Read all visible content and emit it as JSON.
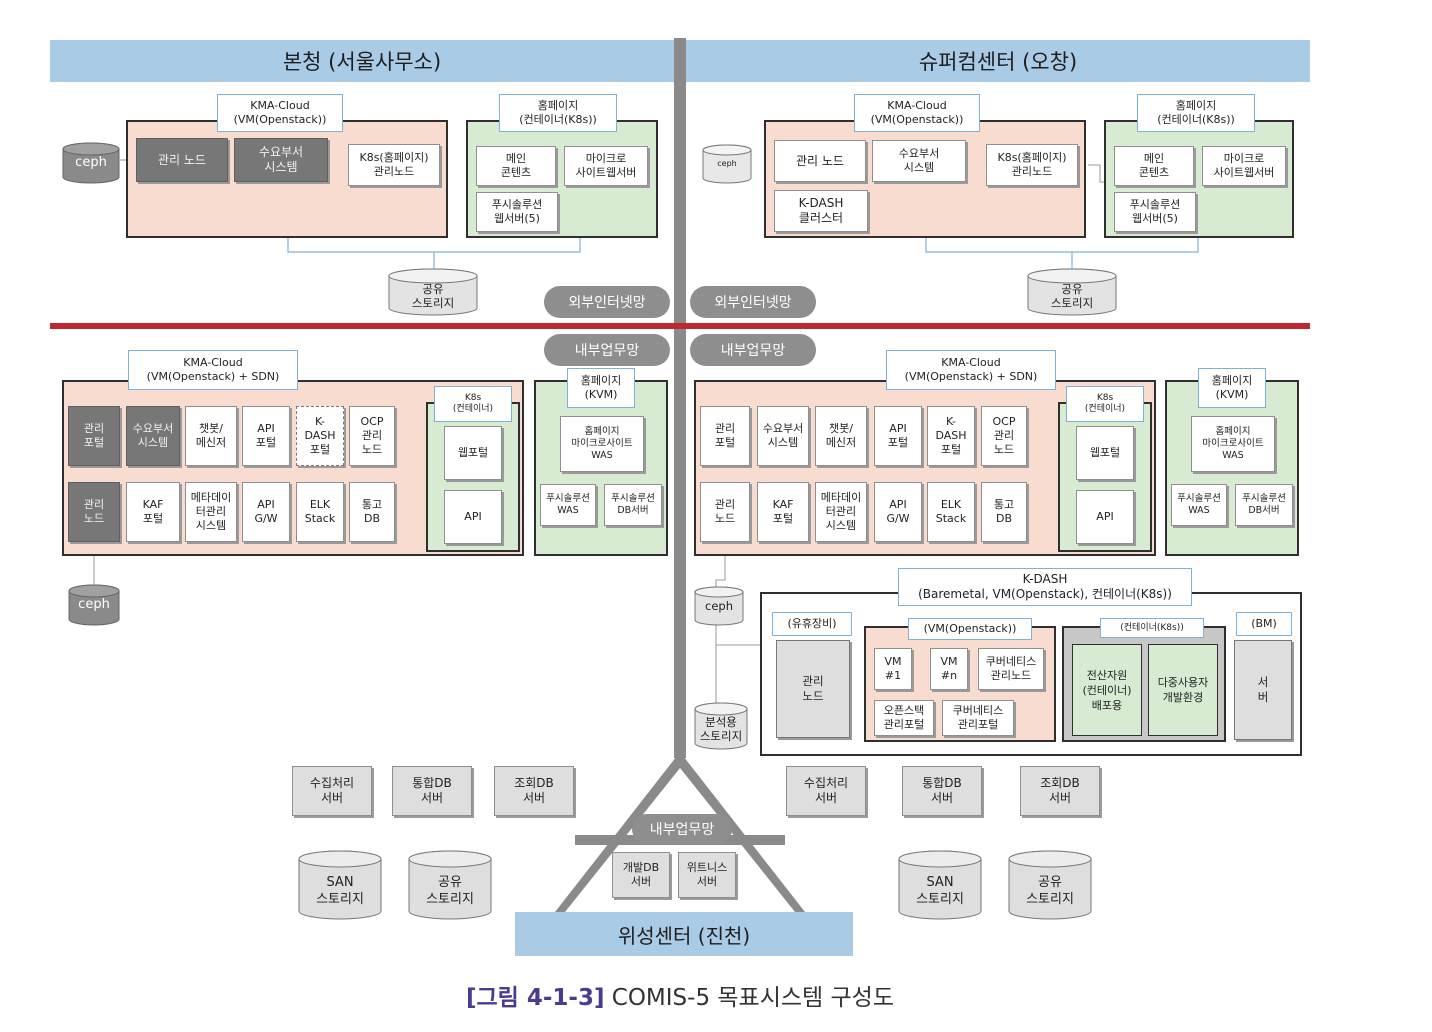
{
  "regions": {
    "hq": "본청 (서울사무소)",
    "super": "슈퍼컴센터 (오창)",
    "satellite": "위성센터 (진천)"
  },
  "networks": {
    "external_left": "외부인터넷망",
    "external_right": "외부인터넷망",
    "internal_left": "내부업무망",
    "internal_right": "내부업무망",
    "internal_bottom": "내부업무망"
  },
  "hq_top": {
    "cloud_label": "KMA-Cloud\n(VM(Openstack))",
    "mgmt_node": "관리 노드",
    "demand_system": "수요부서\n시스템",
    "k8s_mgmt": "K8s(홈페이지)\n관리노드",
    "homepage_label": "홈페이지\n(컨테이너(K8s))",
    "main_content": "메인\n콘텐츠",
    "micro_web": "마이크로\n사이트웹서버",
    "push_web": "푸시솔루션\n웹서버(5)",
    "ceph": "ceph",
    "shared_storage": "공유\n스토리지"
  },
  "super_top": {
    "cloud_label": "KMA-Cloud\n(VM(Openstack))",
    "mgmt_node": "관리 노드",
    "demand_system": "수요부서\n시스템",
    "k8s_mgmt": "K8s(홈페이지)\n관리노드",
    "kdash_cluster": "K-DASH\n클러스터",
    "homepage_label": "홈페이지\n(컨테이너(K8s))",
    "main_content": "메인\n콘텐츠",
    "micro_web": "마이크로\n사이트웹서버",
    "push_web": "푸시솔루션\n웹서버(5)",
    "ceph": "ceph",
    "shared_storage": "공유\n스토리지"
  },
  "hq_internal": {
    "cloud_label": "KMA-Cloud\n(VM(Openstack) + SDN)",
    "row1": [
      "관리\n포털",
      "수요부서\n시스템",
      "챗봇/\n메신저",
      "API\n포털",
      "K-\nDASH\n포털",
      "OCP\n관리\n노드"
    ],
    "row2": [
      "관리\n노드",
      "KAF\n포털",
      "메타데이\n터관리\n시스템",
      "API\nG/W",
      "ELK\nStack",
      "통고\nDB"
    ],
    "k8s_label": "K8s\n(컨테이너)",
    "web_portal": "웹포털",
    "api": "API",
    "kvm_label": "홈페이지\n(KVM)",
    "kvm_micro": "홈페이지\n마이크로사이트\nWAS",
    "push_was": "푸시솔루션\nWAS",
    "push_db": "푸시솔루션\nDB서버",
    "ceph": "ceph"
  },
  "super_internal": {
    "cloud_label": "KMA-Cloud\n(VM(Openstack) + SDN)",
    "row1": [
      "관리\n포털",
      "수요부서\n시스템",
      "챗봇/\n메신저",
      "API\n포털",
      "K-\nDASH\n포털",
      "OCP\n관리\n노드"
    ],
    "row2": [
      "관리\n노드",
      "KAF\n포털",
      "메타데이\n터관리\n시스템",
      "API\nG/W",
      "ELK\nStack",
      "통고\nDB"
    ],
    "k8s_label": "K8s\n(컨테이너)",
    "web_portal": "웹포털",
    "api": "API",
    "kvm_label": "홈페이지\n(KVM)",
    "kvm_micro": "홈페이지\n마이크로사이트\nWAS",
    "push_was": "푸시솔루션\nWAS",
    "push_db": "푸시솔루션\nDB서버",
    "ceph": "ceph",
    "analysis_storage": "분석용\n스토리지"
  },
  "kdash": {
    "label": "K-DASH\n(Baremetal, VM(Openstack), 컨테이너(K8s))",
    "legacy_label": "(유휴장비)",
    "legacy_node": "관리\n노드",
    "vm_label": "(VM(Openstack))",
    "vm1": "VM\n#1",
    "vmn": "VM\n#n",
    "k8s_node": "쿠버네티스\n관리노드",
    "openstack_portal": "오픈스택\n관리포털",
    "k8s_portal": "쿠버네티스\n관리포털",
    "container_label": "(컨테이너(K8s))",
    "compute_deploy": "전산자원\n(컨테이너)\n배포용",
    "multi_dev": "다중사용자\n개발환경",
    "bm_label": "(BM)",
    "server": "서\n버"
  },
  "bottom_left": {
    "collect": "수집처리\n서버",
    "integrated_db": "통합DB\n서버",
    "query_db": "조회DB\n서버",
    "san": "SAN\n스토리지",
    "shared": "공유\n스토리지"
  },
  "bottom_right": {
    "collect": "수집처리\n서버",
    "integrated_db": "통합DB\n서버",
    "query_db": "조회DB\n서버",
    "san": "SAN\n스토리지",
    "shared": "공유\n스토리지"
  },
  "satellite": {
    "dev_db": "개발DB\n서버",
    "witness": "위트니스\n서버"
  },
  "caption": {
    "figure": "[그림 4-1-3]",
    "title": " COMIS-5 목표시스템 구성도"
  },
  "colors": {
    "header_blue": "#a9cbe6",
    "salmon": "#f8dccf",
    "green": "#d6ebd2",
    "divider_red": "#c0282f",
    "pill_grey": "#8e8e8e",
    "spine_grey": "#8a8a8a"
  }
}
